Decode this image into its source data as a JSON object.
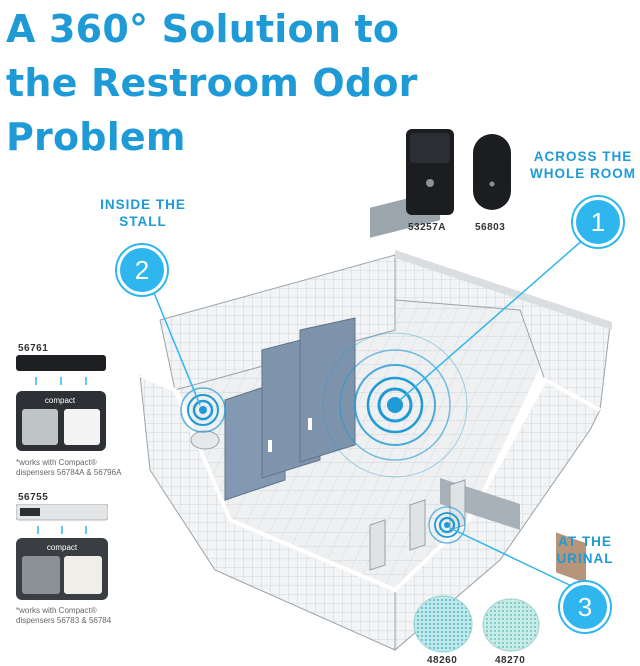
{
  "headline": {
    "line1": "A 360° Solution to",
    "line2": "the Restroom Odor",
    "line3": "Problem"
  },
  "callouts": [
    {
      "id": "1",
      "line1": "ACROSS THE",
      "line2": "WHOLE ROOM"
    },
    {
      "id": "2",
      "line1": "INSIDE THE",
      "line2": "STALL"
    },
    {
      "id": "3",
      "line1": "AT THE",
      "line2": "URINAL"
    }
  ],
  "products": {
    "whole_room": [
      {
        "sku": "53257A"
      },
      {
        "sku": "56803"
      }
    ],
    "stall": [
      {
        "sku": "56761",
        "brand": "compact",
        "note_line1": "*works with Compact®",
        "note_line2": "dispensers 56784A & 56796A"
      },
      {
        "sku": "56755",
        "brand": "compact",
        "note_line1": "*works with Compact®",
        "note_line2": "dispensers 56783 & 56784"
      }
    ],
    "urinal": [
      {
        "sku": "48260"
      },
      {
        "sku": "48270"
      }
    ]
  },
  "colors": {
    "accent": "#1e9ad6",
    "badge": "#2fb6ee",
    "tile": "#e9ecee",
    "partition": "#7d93ac"
  }
}
